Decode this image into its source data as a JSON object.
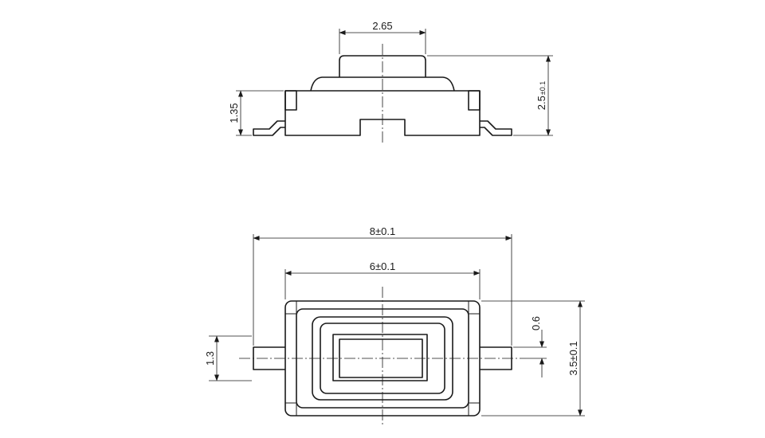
{
  "side_view": {
    "dim_top_width": "2.65",
    "dim_height": "2.5",
    "dim_height_tol": "±0.1",
    "dim_body_height": "1.35"
  },
  "top_view": {
    "dim_overall_width": "8±0.1",
    "dim_body_width": "6±0.1",
    "dim_lead_offset": "0.6",
    "dim_overall_height": "3.5±0.1",
    "dim_lead_width": "1.3"
  }
}
